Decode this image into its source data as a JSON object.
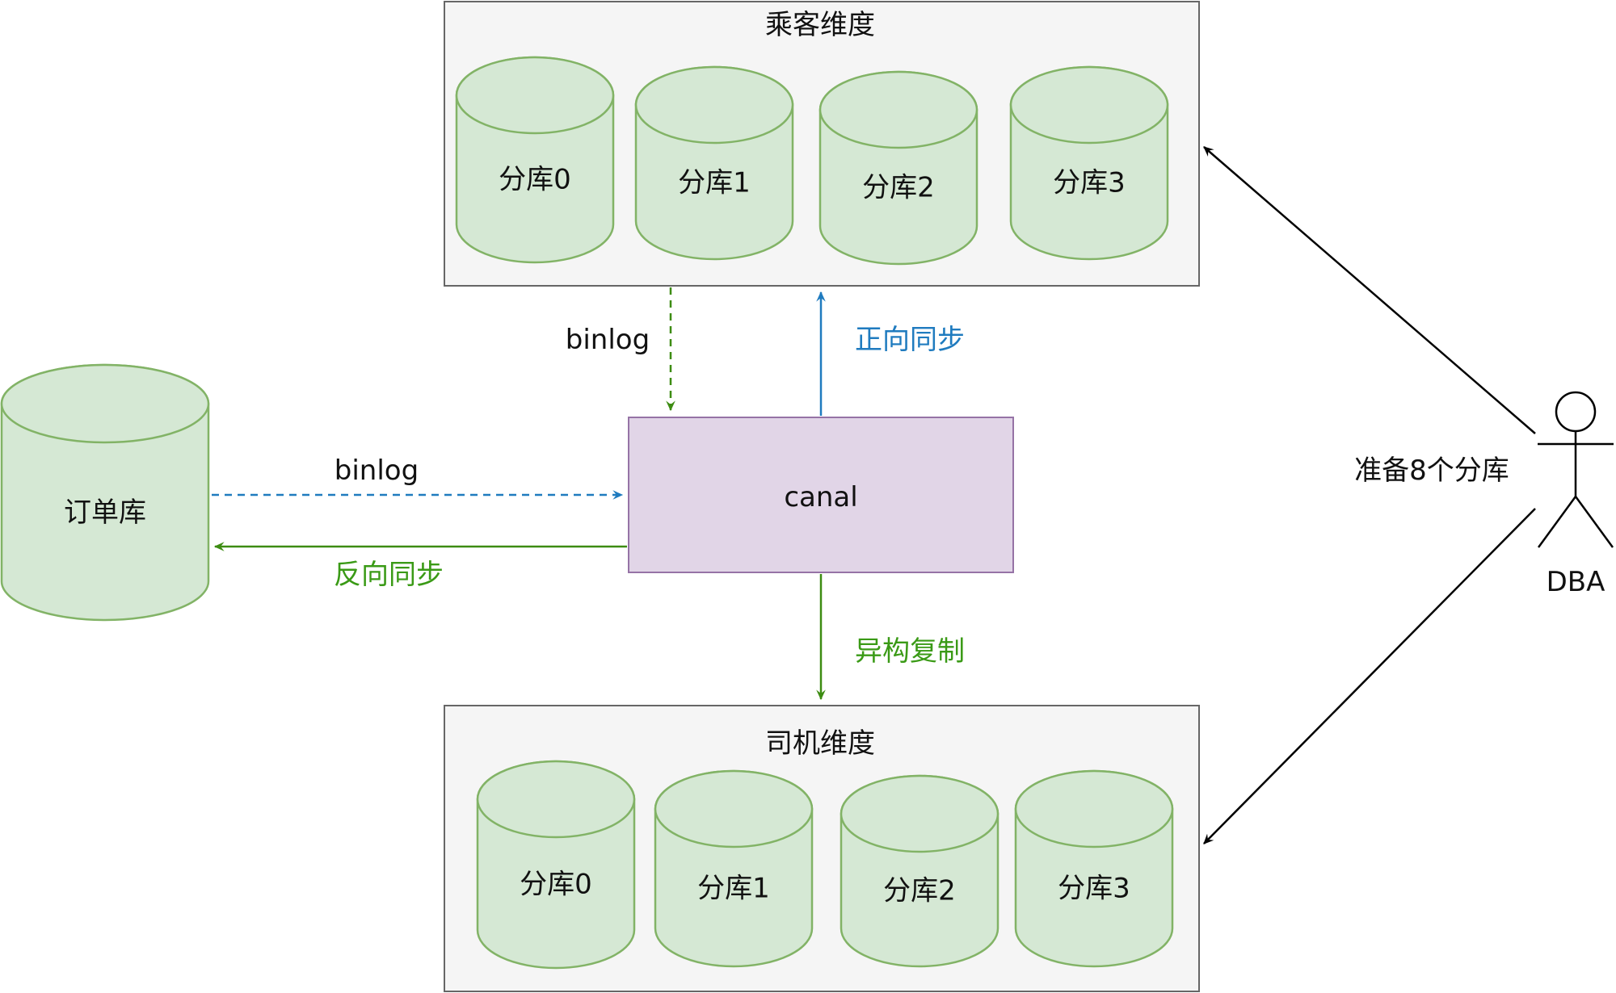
{
  "passenger": {
    "title": "乘客维度",
    "shards": [
      "分库0",
      "分库1",
      "分库2",
      "分库3"
    ]
  },
  "driver": {
    "title": "司机维度",
    "shards": [
      "分库0",
      "分库1",
      "分库2",
      "分库3"
    ]
  },
  "order_db": {
    "label": "订单库"
  },
  "canal": {
    "label": "canal"
  },
  "actor": {
    "label": "DBA",
    "annotation": "准备8个分库"
  },
  "edges": {
    "binlog_from_passenger": "binlog",
    "forward_sync": "正向同步",
    "binlog_from_order": "binlog",
    "reverse_sync": "反向同步",
    "heterogeneous_copy": "异构复制"
  },
  "colors": {
    "db_fill": "#d5e8d4",
    "db_stroke": "#82b366",
    "group_fill": "#f5f5f5",
    "group_stroke": "#666666",
    "canal_fill": "#e1d5e7",
    "canal_stroke": "#9673a6",
    "blue": "#1f7bbf",
    "green": "#3d8c12",
    "green_text": "#3a9a16"
  }
}
